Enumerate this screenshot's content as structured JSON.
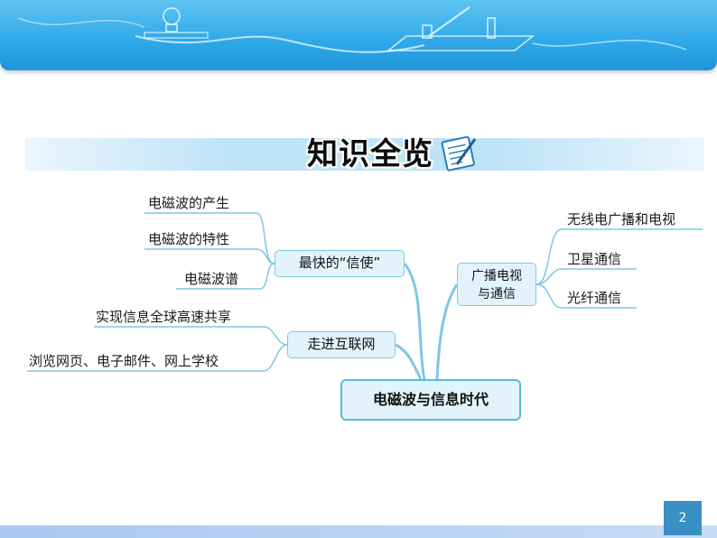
{
  "section": {
    "title": "知识全览"
  },
  "mindmap": {
    "center": "电磁波与信息时代",
    "left_branches": [
      {
        "label": "最快的“信使”",
        "items": [
          "电磁波的产生",
          "电磁波的特性",
          "电磁波谱"
        ]
      },
      {
        "label": "走进互联网",
        "items": [
          "实现信息全球高速共享",
          "浏览网页、电子邮件、网上学校"
        ]
      }
    ],
    "right_branches": [
      {
        "label_line1": "广播电视",
        "label_line2": "与通信",
        "items": [
          "无线电广播和电视",
          "卫星通信",
          "光纤通信"
        ]
      }
    ]
  },
  "footer": {
    "page_number": "2"
  }
}
